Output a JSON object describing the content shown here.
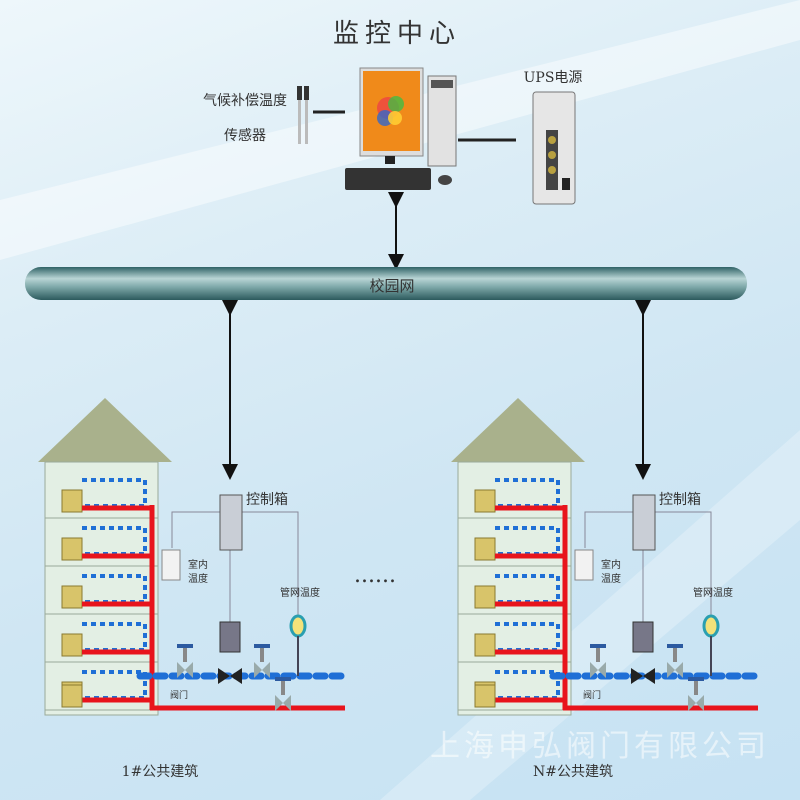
{
  "title": "监控中心",
  "sensor_label_line1": "气候补偿温度",
  "sensor_label_line2": "传感器",
  "ups_label": "UPS电源",
  "network_label": "校园网",
  "ellipsis": "......",
  "buildings": [
    {
      "name": "1#公共建筑",
      "control_box": "控制箱",
      "indoor_temp_1": "室内",
      "indoor_temp_2": "温度",
      "pipe_temp": "管网温度",
      "valve_label": "阀门"
    },
    {
      "name": "N#公共建筑",
      "control_box": "控制箱",
      "indoor_temp_1": "室内",
      "indoor_temp_2": "温度",
      "pipe_temp": "管网温度",
      "valve_label": "阀门"
    }
  ],
  "watermark": "上海申弘阀门有限公司",
  "colors": {
    "supply_pipe": "#e8141c",
    "return_pipe": "#1f6fd6",
    "network_pipe": "#4f8a8c",
    "monitor": "#f08a1a"
  }
}
